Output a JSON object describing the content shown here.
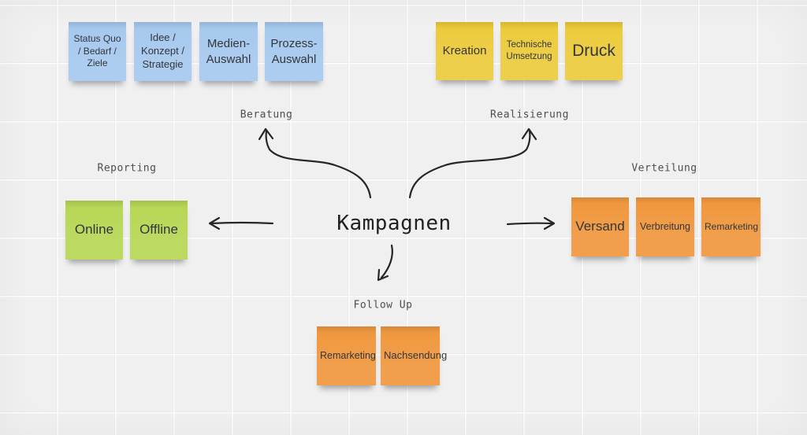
{
  "title": "Kampagnen",
  "colors": {
    "blue": "#a6c9ee",
    "yellow": "#eccb3d",
    "green": "#b7d756",
    "orange": "#f0983f"
  },
  "groups": {
    "beratung": {
      "label": "Beratung",
      "notes": [
        {
          "text": "Status Quo / Bedarf / Ziele"
        },
        {
          "text": "Idee / Konzept / Strategie"
        },
        {
          "text": "Medien-Auswahl"
        },
        {
          "text": "Prozess-Auswahl"
        }
      ]
    },
    "realisierung": {
      "label": "Realisierung",
      "notes": [
        {
          "text": "Kreation"
        },
        {
          "text": "Technische Umsetzung"
        },
        {
          "text": "Druck"
        }
      ]
    },
    "reporting": {
      "label": "Reporting",
      "notes": [
        {
          "text": "Online"
        },
        {
          "text": "Offline"
        }
      ]
    },
    "verteilung": {
      "label": "Verteilung",
      "notes": [
        {
          "text": "Versand"
        },
        {
          "text": "Verbreitung"
        },
        {
          "text": "Remarketing"
        }
      ]
    },
    "followup": {
      "label": "Follow Up",
      "notes": [
        {
          "text": "Remarketing"
        },
        {
          "text": "Nachsendung"
        }
      ]
    }
  }
}
